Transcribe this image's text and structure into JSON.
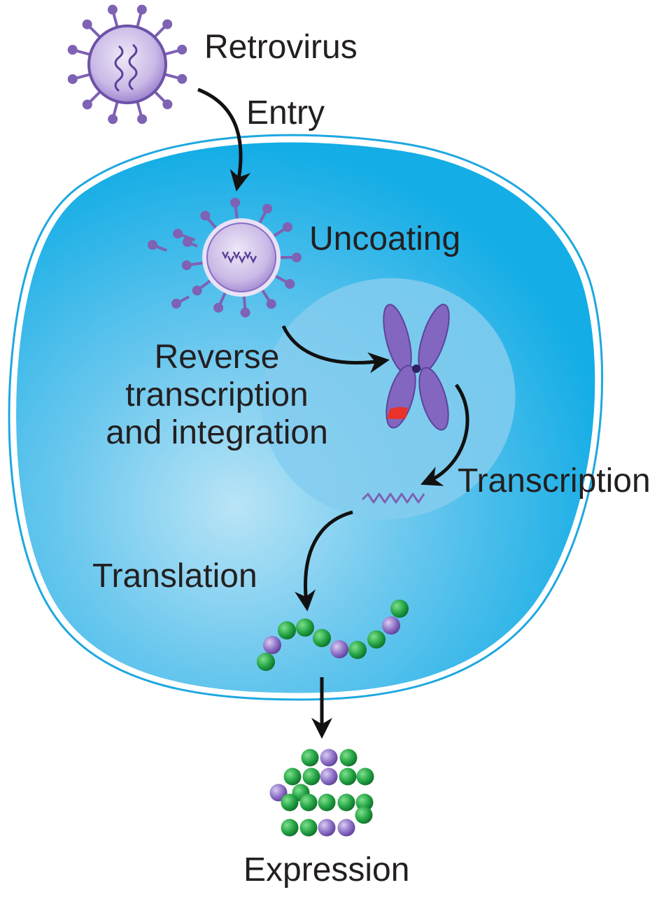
{
  "labels": {
    "retrovirus": "Retrovirus",
    "entry": "Entry",
    "uncoating": "Uncoating",
    "reverse_line1": "Reverse",
    "reverse_line2": "transcription",
    "reverse_line3": "and integration",
    "transcription": "Transcription",
    "translation": "Translation",
    "expression": "Expression"
  },
  "colors": {
    "cell_fill": "#1fb4ea",
    "cell_center": "#a7ddf4",
    "nucleus": "#7fcaec",
    "virus_purple": "#7e62b4",
    "virus_light": "#d6cbec",
    "chromosome": "#8468c0",
    "integration_mark": "#e8322b",
    "bead_green": "#1e9e3c",
    "bead_purple": "#8a6bc2",
    "arrow": "#111111"
  }
}
